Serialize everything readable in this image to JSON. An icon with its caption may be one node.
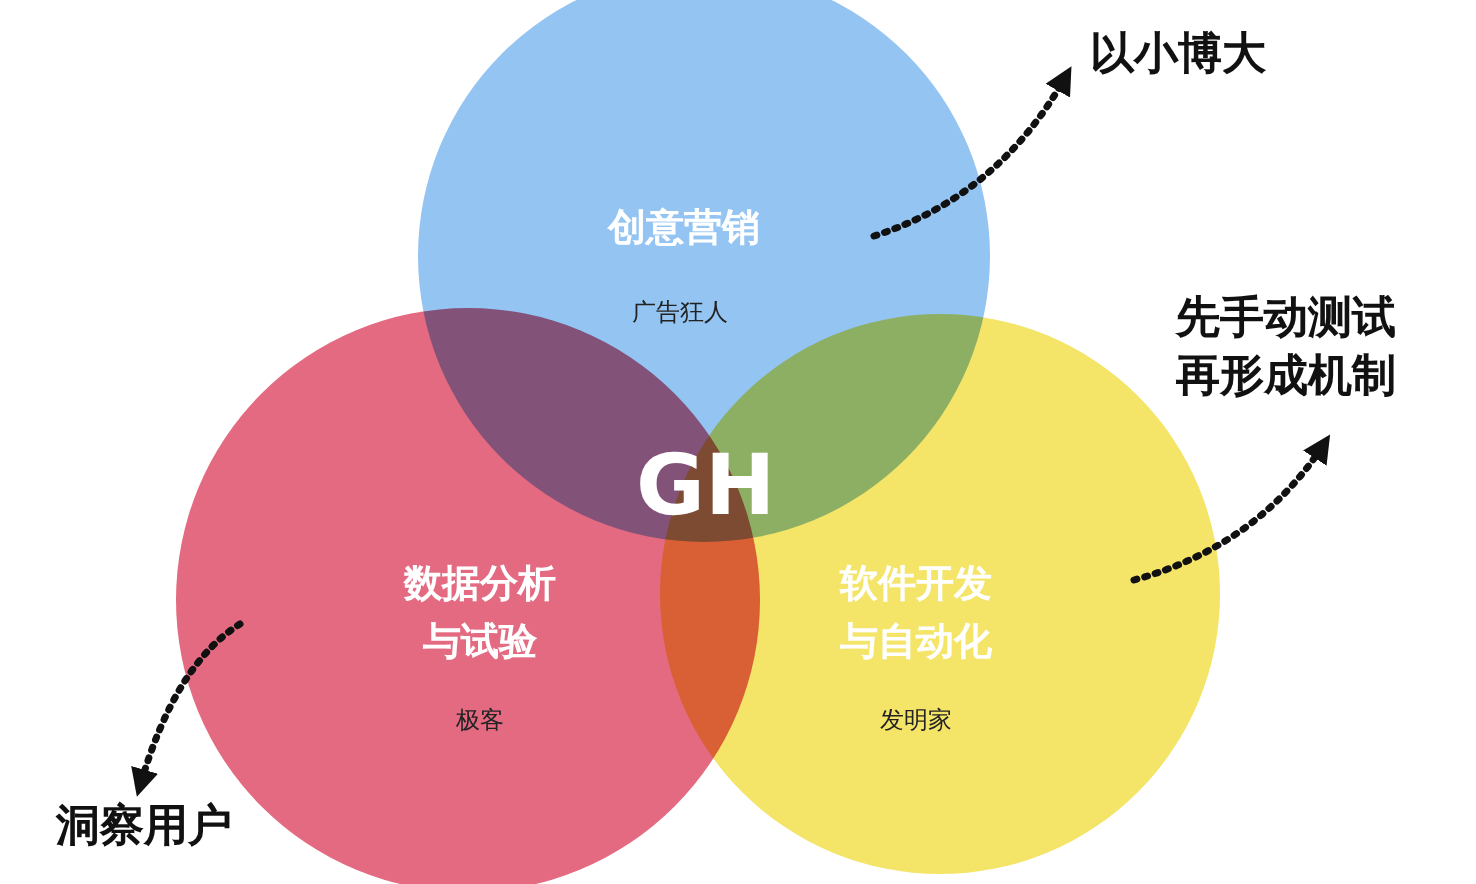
{
  "diagram": {
    "nodes": [
      {
        "text": [
          "创意营销",
          "广告狂人"
        ]
      },
      {
        "text": [
          "数据分析与试验",
          "极客"
        ]
      },
      {
        "text": [
          "软件开发与自动化",
          "发明家"
        ]
      },
      {
        "text": [
          "以小博大"
        ]
      },
      {
        "text": [
          "先手动测试再形成机制"
        ]
      },
      {
        "text": [
          "洞察用户"
        ]
      }
    ],
    "edges": [
      {
        "from": 0,
        "to": 3,
        "arrow": "to"
      },
      {
        "from": 2,
        "to": 4,
        "arrow": "to"
      },
      {
        "from": 1,
        "to": 5,
        "arrow": "to"
      }
    ],
    "labels": [
      "GH"
    ]
  }
}
